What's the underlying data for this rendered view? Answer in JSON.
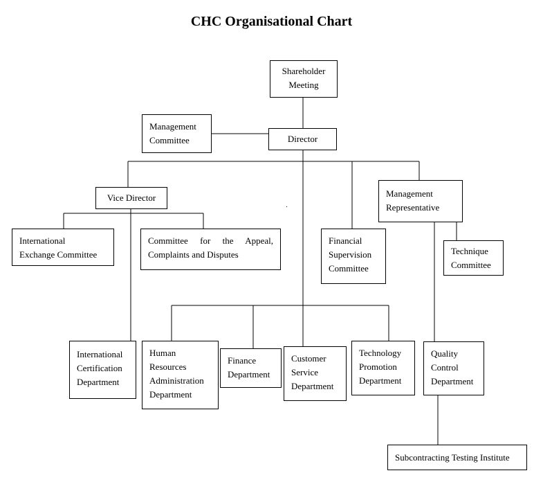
{
  "title": "CHC Organisational Chart",
  "nodes": {
    "shareholder_meeting": [
      "Shareholder",
      "Meeting"
    ],
    "director": "Director",
    "management_committee": [
      "Management",
      "Committee"
    ],
    "vice_director": "Vice Director",
    "management_representative": [
      "Management",
      "Representative"
    ],
    "international_exchange_committee": [
      "International",
      "Exchange Committee"
    ],
    "appeal_committee": [
      "Committee for the Appeal,",
      "Complaints and Disputes"
    ],
    "financial_supervision_committee": [
      "Financial",
      "Supervision",
      "Committee"
    ],
    "technique_committee": [
      "Technique",
      "Committee"
    ],
    "international_certification_department": [
      "International",
      "Certification",
      "Department"
    ],
    "hr_administration_department": [
      "Human",
      "Resources",
      "Administration",
      "Department"
    ],
    "finance_department": [
      "Finance",
      "Department"
    ],
    "customer_service_department": [
      "Customer",
      "Service",
      "Department"
    ],
    "technology_promotion_department": [
      "Technology",
      "Promotion",
      "Department"
    ],
    "quality_control_department": [
      "Quality",
      "Control",
      "Department"
    ],
    "subcontracting_testing_institute": "Subcontracting Testing Institute"
  }
}
